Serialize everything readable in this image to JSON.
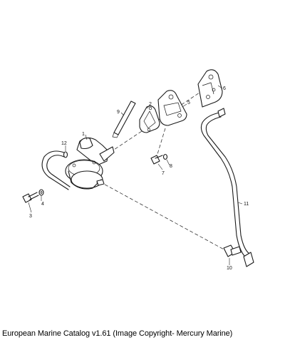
{
  "callouts": {
    "c1": "1",
    "c2": "2",
    "c3": "3",
    "c4": "4",
    "c5": "5",
    "c6": "6",
    "c7": "7",
    "c8": "8",
    "c9": "9",
    "c10": "10",
    "c11": "11",
    "c12": "12"
  },
  "caption": "European Marine Catalog v1.61 (Image Copyright- Mercury Marine)"
}
